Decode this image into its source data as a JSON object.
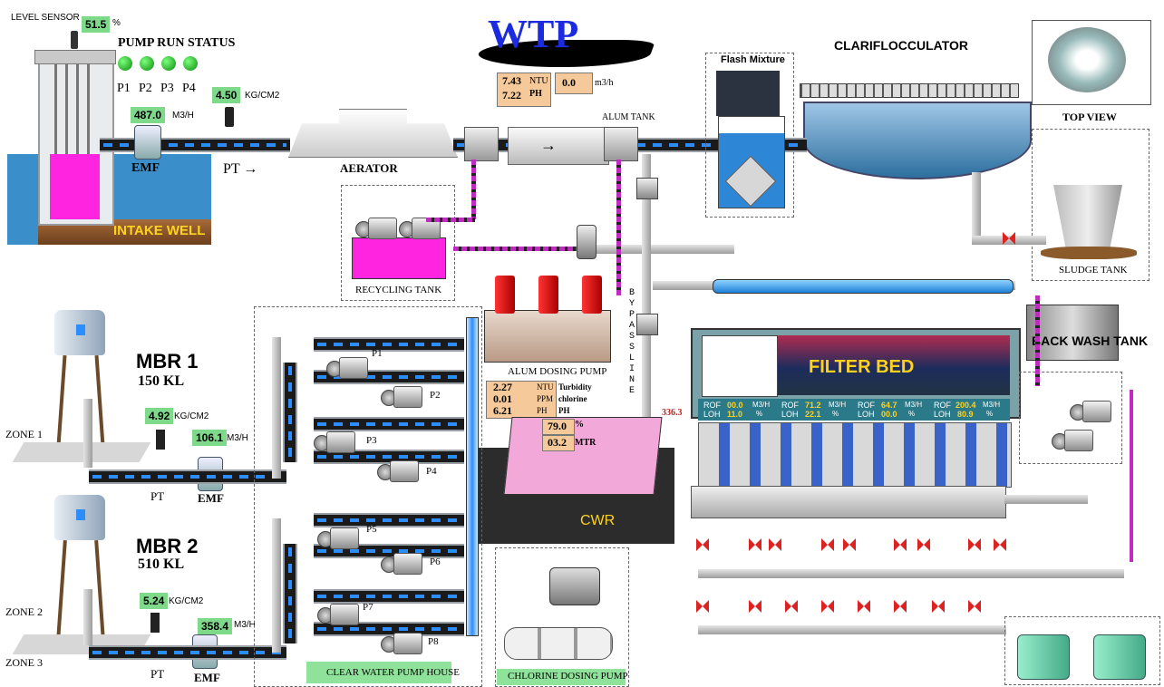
{
  "title": "WTP",
  "level_sensor": {
    "label": "LEVEL SENSOR",
    "value": "51.5",
    "unit": "%"
  },
  "pump_run_status": {
    "label": "PUMP RUN STATUS",
    "pumps": [
      "P1",
      "P2",
      "P3",
      "P4"
    ],
    "led_color": "#22c022"
  },
  "intake": {
    "flow_value": "487.0",
    "flow_unit": "M3/H",
    "emf_label": "EMF",
    "pt_label": "PT →",
    "pressure_value": "4.50",
    "pressure_unit": "KG/CM2",
    "well_label": "INTAKE WELL"
  },
  "aerator_label": "AERATOR",
  "mixer_readings": {
    "ntu_value": "7.43",
    "ntu_unit": "NTU",
    "ph_value": "7.22",
    "ph_unit": "PH",
    "flow_value": "0.0",
    "flow_unit": "m3/h"
  },
  "alum_tank_label": "ALUM TANK",
  "flash_mixture_label": "Flash Mixture",
  "clariflocculator_label": "CLARIFLOCCULATOR",
  "top_view_label": "TOP VIEW",
  "sludge_tank_label": "SLUDGE TANK",
  "recycling_tank_label": "RECYCLING TANK",
  "alum_dosing_pump_label": "ALUM DOSING PUMP",
  "bypass_label": [
    "B",
    "Y",
    "P",
    "A",
    "S",
    "S",
    "",
    "L",
    "I",
    "N",
    "E"
  ],
  "chlorine_readings": {
    "turbidity_value": "2.27",
    "turbidity_unit": "NTU",
    "turbidity_label": "Turbidity",
    "chlorine_value": "0.01",
    "chlorine_unit": "PPM",
    "chlorine_label": "chlorine",
    "ph_value": "6.21",
    "ph_unit": "PH",
    "ph_label": "PH"
  },
  "cwr": {
    "label": "CWR",
    "level_value": "79.0",
    "level_unit": "%",
    "height_value": "03.2",
    "height_unit": "MTR",
    "flow_value": "336.3"
  },
  "filter_bed": {
    "label": "FILTER BED",
    "cells": [
      {
        "rof": "ROF",
        "loh": "LOH",
        "v1": "00.0",
        "v2": "11.0",
        "u1": "M3/H",
        "u2": "%"
      },
      {
        "rof": "ROF",
        "loh": "LOH",
        "v1": "71.2",
        "v2": "22.1",
        "u1": "M3/H",
        "u2": "%"
      },
      {
        "rof": "ROF",
        "loh": "LOH",
        "v1": "64.7",
        "v2": "00.0",
        "u1": "M3/H",
        "u2": "%"
      },
      {
        "rof": "ROF",
        "loh": "LOH",
        "v1": "200.4",
        "v2": "80.9",
        "u1": "M3/H",
        "u2": "%"
      }
    ]
  },
  "back_wash_tank_label": "BACK WASH TANK",
  "mbr1": {
    "name": "MBR 1",
    "capacity": "150 KL",
    "pressure_value": "4.92",
    "pressure_unit": "KG/CM2",
    "flow_value": "106.1",
    "flow_unit": "M3/H",
    "zone": "ZONE 1",
    "pt_label": "PT",
    "emf_label": "EMF"
  },
  "mbr2": {
    "name": "MBR 2",
    "capacity": "510 KL",
    "pressure_value": "5.24",
    "pressure_unit": "KG/CM2",
    "flow_value": "358.4",
    "flow_unit": "M3/H",
    "zone2": "ZONE 2",
    "zone3": "ZONE 3",
    "pt_label": "PT",
    "emf_label": "EMF"
  },
  "clear_water_pumps": [
    "P1",
    "P2",
    "P3",
    "P4",
    "P5",
    "P6",
    "P7",
    "P8"
  ],
  "clear_water_pump_house_label": "CLEAR WATER PUMP HOUSE",
  "chlorine_dosing_pump_label": "CHLORINE DOSING PUMP"
}
